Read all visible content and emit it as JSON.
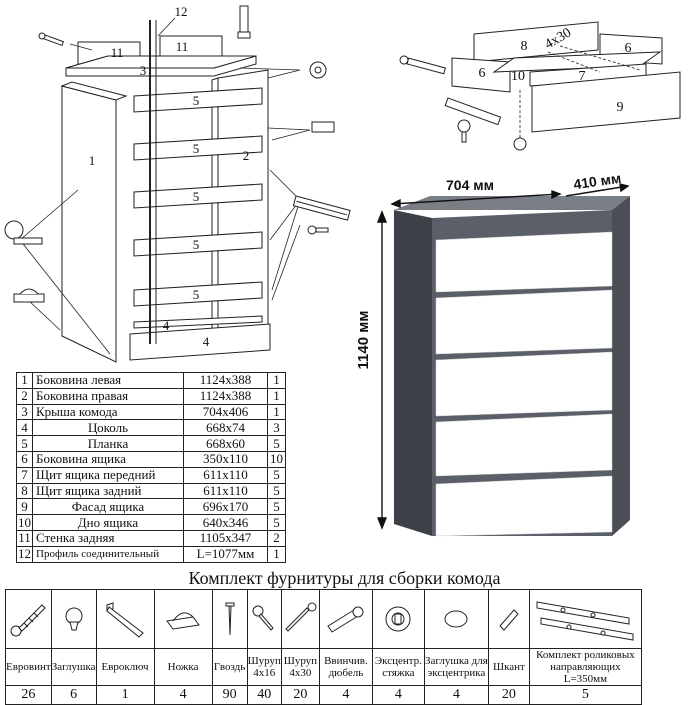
{
  "diagram": {
    "main_labels": [
      "12",
      "11",
      "11",
      "3",
      "5",
      "5",
      "5",
      "5",
      "5",
      "4",
      "4",
      "1",
      "2"
    ],
    "drawer_labels": [
      "8",
      "6",
      "6",
      "10",
      "7",
      "9",
      "4x30"
    ],
    "dimensions": {
      "width": "704 мм",
      "depth": "410 мм",
      "height": "1140 мм"
    }
  },
  "parts": [
    {
      "n": "1",
      "name": "Боковина левая",
      "size": "1124x388",
      "qty": "1"
    },
    {
      "n": "2",
      "name": "Боковина правая",
      "size": "1124x388",
      "qty": "1"
    },
    {
      "n": "3",
      "name": "Крыша комода",
      "size": "704x406",
      "qty": "1"
    },
    {
      "n": "4",
      "name": "Цоколь",
      "size": "668x74",
      "qty": "3"
    },
    {
      "n": "5",
      "name": "Планка",
      "size": "668x60",
      "qty": "5"
    },
    {
      "n": "6",
      "name": "Боковина ящика",
      "size": "350x110",
      "qty": "10"
    },
    {
      "n": "7",
      "name": "Щит ящика передний",
      "size": "611x110",
      "qty": "5"
    },
    {
      "n": "8",
      "name": "Щит ящика задний",
      "size": "611x110",
      "qty": "5"
    },
    {
      "n": "9",
      "name": "Фасад ящика",
      "size": "696x170",
      "qty": "5"
    },
    {
      "n": "10",
      "name": "Дно ящика",
      "size": "640x346",
      "qty": "5"
    },
    {
      "n": "11",
      "name": "Стенка задняя",
      "size": "1105x347",
      "qty": "2"
    },
    {
      "n": "12",
      "name": "Профиль соединительный",
      "size": "L=1077мм",
      "qty": "1"
    }
  ],
  "hardware": {
    "title": "Комплект фурнитуры для сборки комода",
    "items": [
      {
        "icon": "eurovint-screw-icon",
        "label": "Евровинт",
        "count": "26"
      },
      {
        "icon": "cap-plug-icon",
        "label": "Заглушка",
        "count": "6"
      },
      {
        "icon": "hex-key-icon",
        "label": "Еврок­люч",
        "count": "1"
      },
      {
        "icon": "furniture-leg-icon",
        "label": "Ножка",
        "count": "4"
      },
      {
        "icon": "nail-icon",
        "label": "Гвоздь",
        "count": "90"
      },
      {
        "icon": "small-screw-icon",
        "label": "Шуруп 4x16",
        "count": "40"
      },
      {
        "icon": "long-screw-icon",
        "label": "Шуруп 4x30",
        "count": "20"
      },
      {
        "icon": "threaded-dowel-icon",
        "label": "Ввинчив. дюбель",
        "count": "4"
      },
      {
        "icon": "cam-lock-icon",
        "label": "Эксцентр. стяжка",
        "count": "4"
      },
      {
        "icon": "cam-cover-icon",
        "label": "Заглушка для эксцентрика",
        "count": "4"
      },
      {
        "icon": "wood-dowel-icon",
        "label": "Шкант",
        "count": "20"
      },
      {
        "icon": "drawer-slide-icon",
        "label": "Комплект роликовых направляющих L=350мм",
        "count": "5"
      }
    ]
  },
  "colors": {
    "body_gray": "#5b6068",
    "body_dark": "#3d4148",
    "top_gray": "#7a7f86",
    "facade_white": "#ffffff",
    "line": "#222222"
  }
}
